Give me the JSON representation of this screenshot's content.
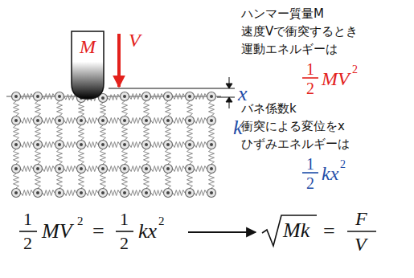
{
  "diagram": {
    "nodes": [
      {
        "text": [
          "M"
        ]
      }
    ],
    "edges": [],
    "labels": [
      "V",
      "x",
      "k",
      "ハンマー質量M",
      "速度Vで衝突するとき",
      "運動エネルギーは",
      "1",
      "2",
      "MV",
      "2",
      "バネ係数k",
      "衝突による変位をx",
      "ひずみエネルギーは",
      "1",
      "2",
      "kx",
      "2",
      "1",
      "2",
      "MV",
      "2",
      "=",
      "1",
      "2",
      "kx",
      "2",
      "Mk",
      "=",
      "F",
      "V"
    ]
  }
}
